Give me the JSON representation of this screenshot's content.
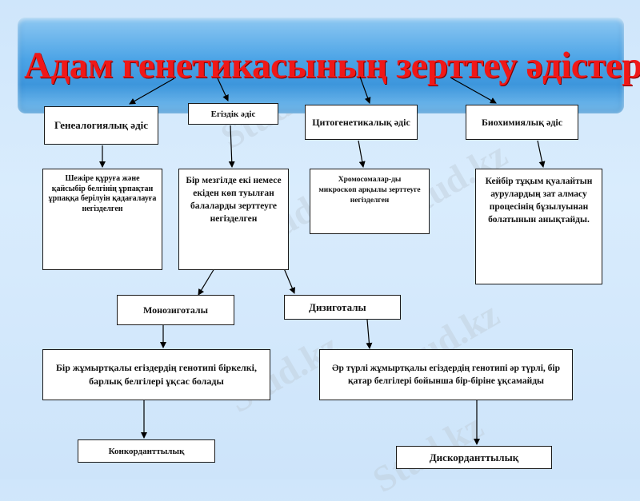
{
  "title": "Адам генетикасының зерттеу әдістері",
  "watermark": "Stud.kz",
  "methods": {
    "genealogical": "Генеалогиялық әдіс",
    "twin": "Егіздік әдіс",
    "cytogenetic": "Цитогенетикалық әдіс",
    "biochemical": "Биохимиялық әдіс"
  },
  "descriptions": {
    "genealogical": "Шежіре құруға және қайсыбір белгінің ұрпақтан ұрпаққа берілуін қадағалауға негізделген",
    "twin": "Бір мезгілде екі немесе екіден көп туылған балаларды зерттеуге негізделген",
    "cytogenetic": "Хромосомалар-ды микроскоп арқылы зерттеуге негізделген",
    "biochemical": "Кейбір тұқым қуалайтын аурулардың зат алмасу процесінің бұзылуынан болатынын анықтайды."
  },
  "twins": {
    "mono": "Монозиготалы",
    "di": "Дизиготалы",
    "mono_desc": "Бір жұмыртқалы егіздердің генотипі біркелкі, барлық белгілері ұқсас болады",
    "di_desc": "Әр түрлі жұмыртқалы егіздердің генотипі әр түрлі, бір қатар белгілері бойынша бір-біріне ұқсамайды",
    "concordance": "Конкорданттылық",
    "discordance": "Дискорданттылық"
  }
}
